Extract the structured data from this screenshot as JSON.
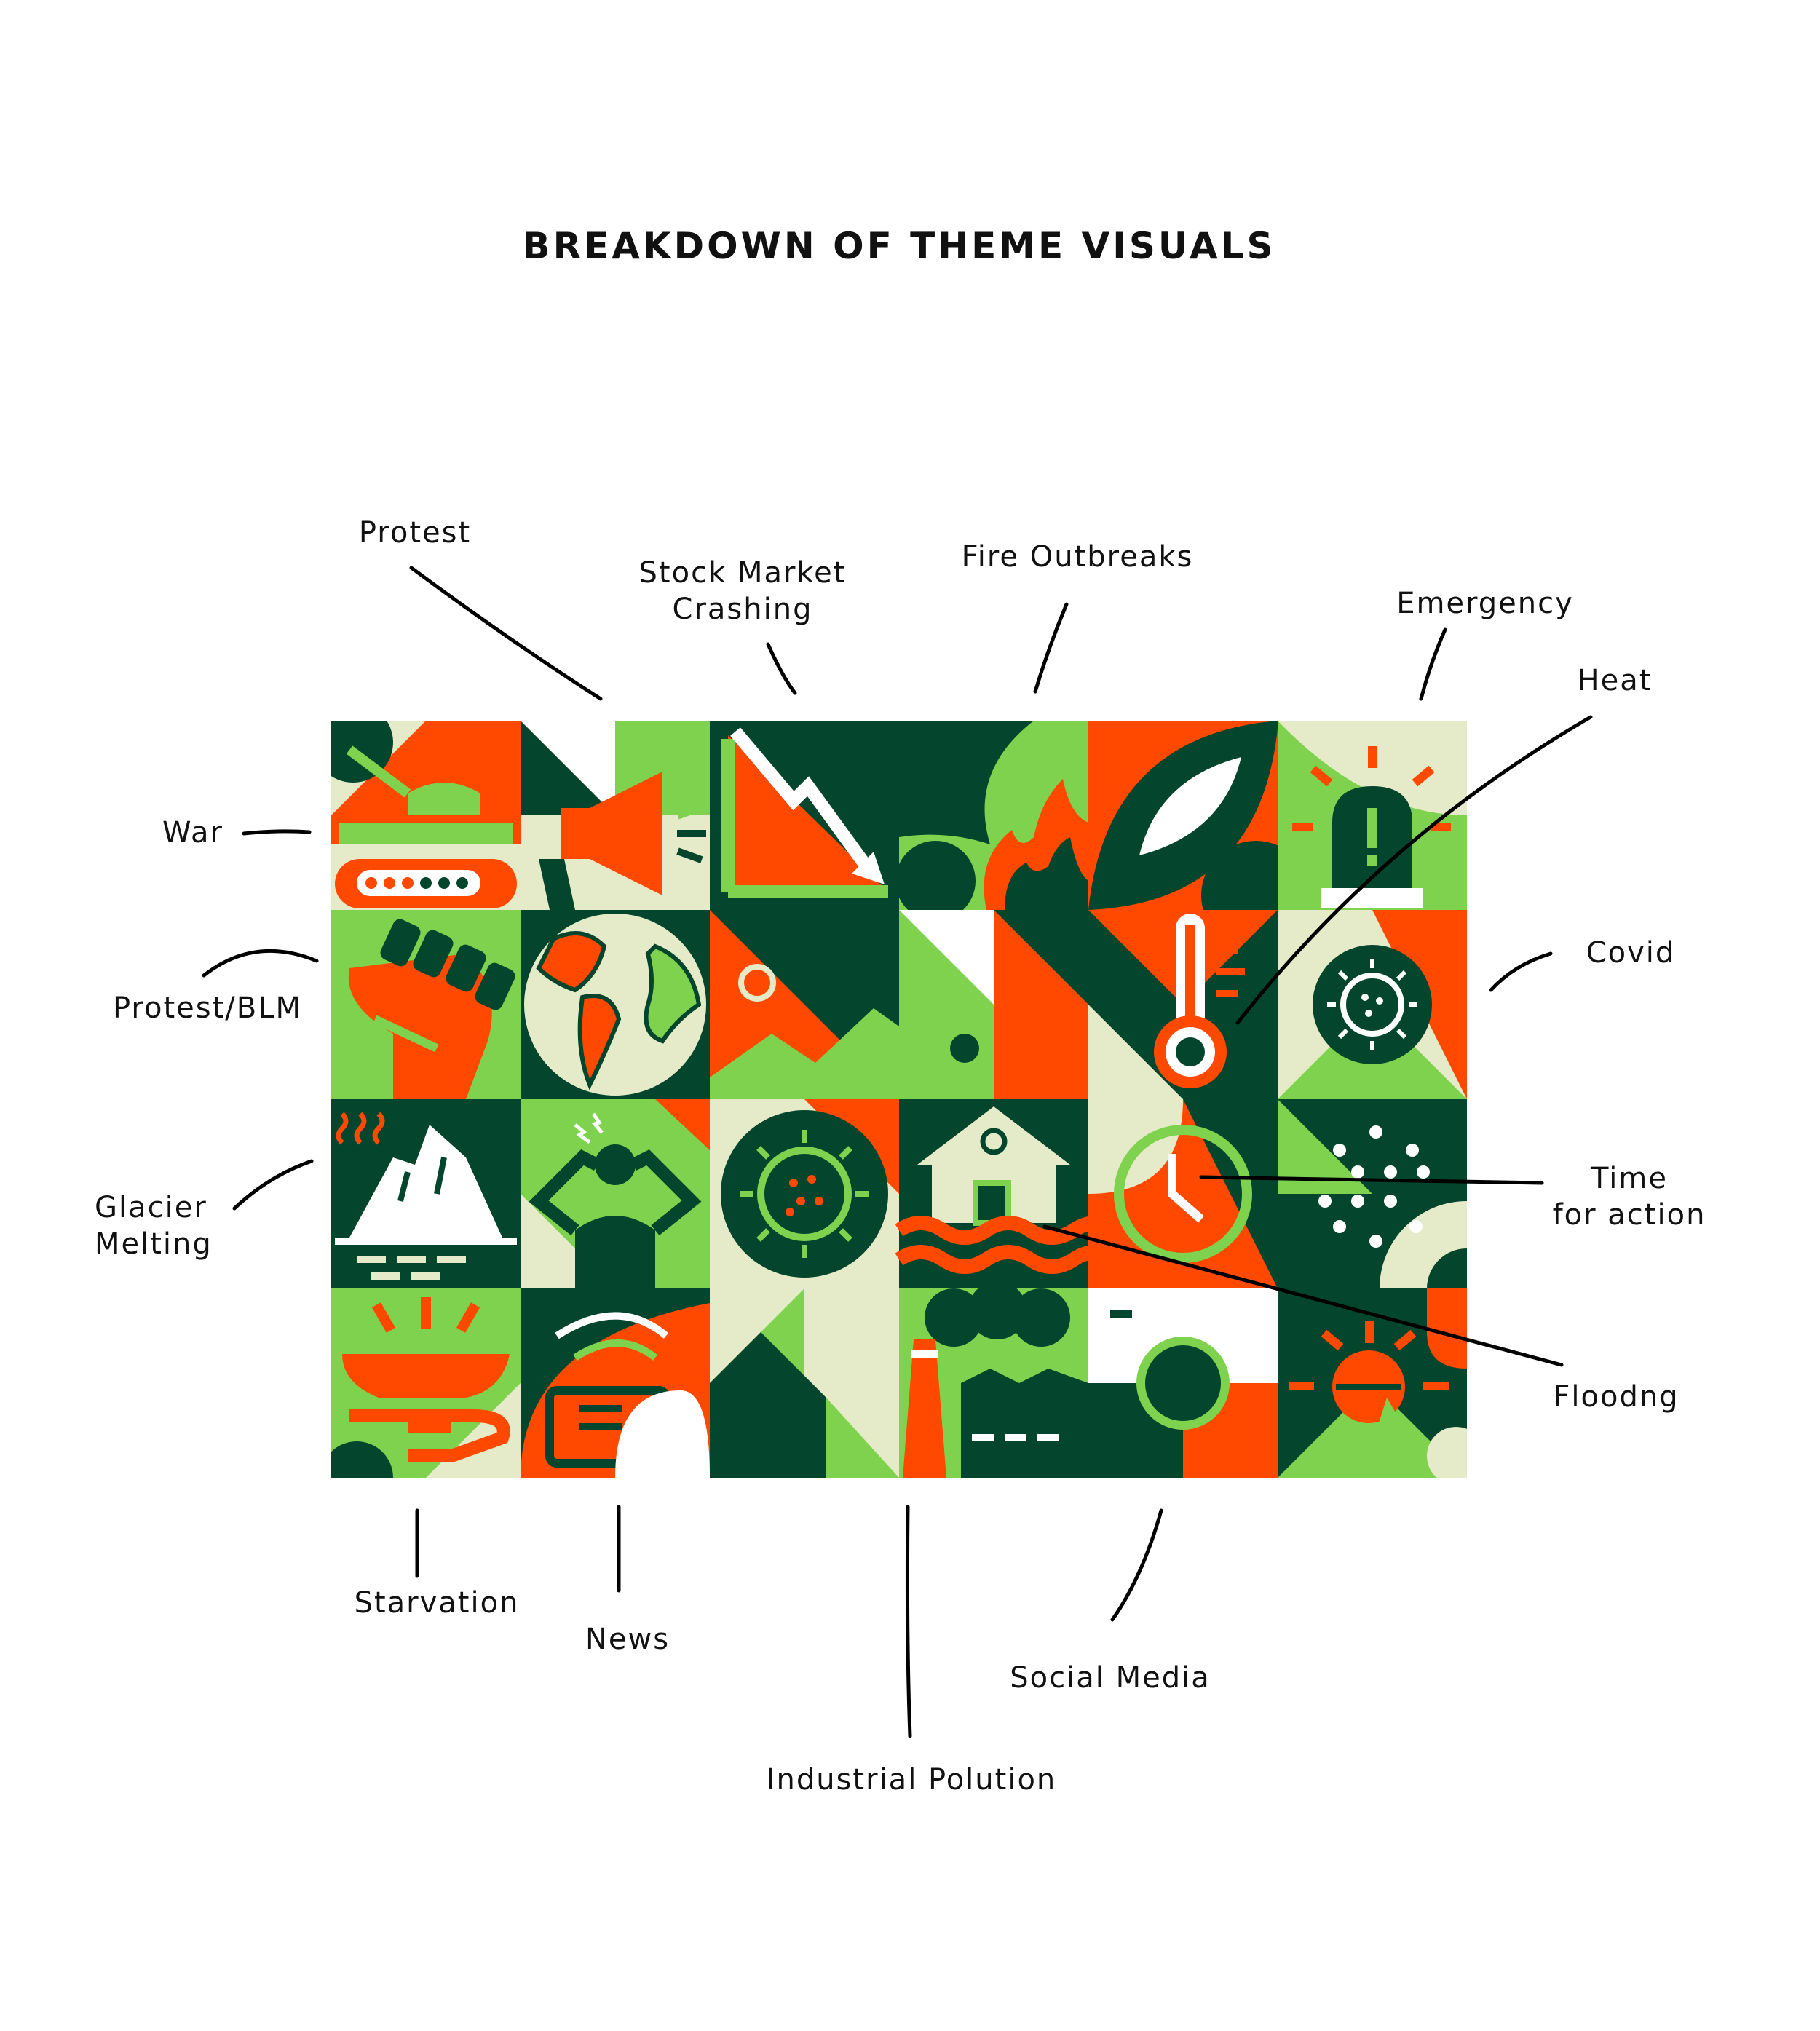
{
  "title": "BREAKDOWN OF THEME VISUALS",
  "colors": {
    "dark_green": "#03462D",
    "light_green": "#7ED24E",
    "orange_red": "#FF4800",
    "cream": "#E5EBC8",
    "white": "#FFFFFF"
  },
  "labels": {
    "protest": "Protest",
    "stock_market_1": "Stock Market",
    "stock_market_2": "Crashing",
    "fire_outbreaks": "Fire Outbreaks",
    "emergency": "Emergency",
    "heat": "Heat",
    "war": "War",
    "protest_blm": "Protest/BLM",
    "covid": "Covid",
    "glacier_1": "Glacier",
    "glacier_2": "Melting",
    "time_1": "Time",
    "time_2": "for action",
    "flooding": "Floodng",
    "starvation": "Starvation",
    "news": "News",
    "social_media": "Social Media",
    "industrial_polution": "Industrial Polution"
  }
}
